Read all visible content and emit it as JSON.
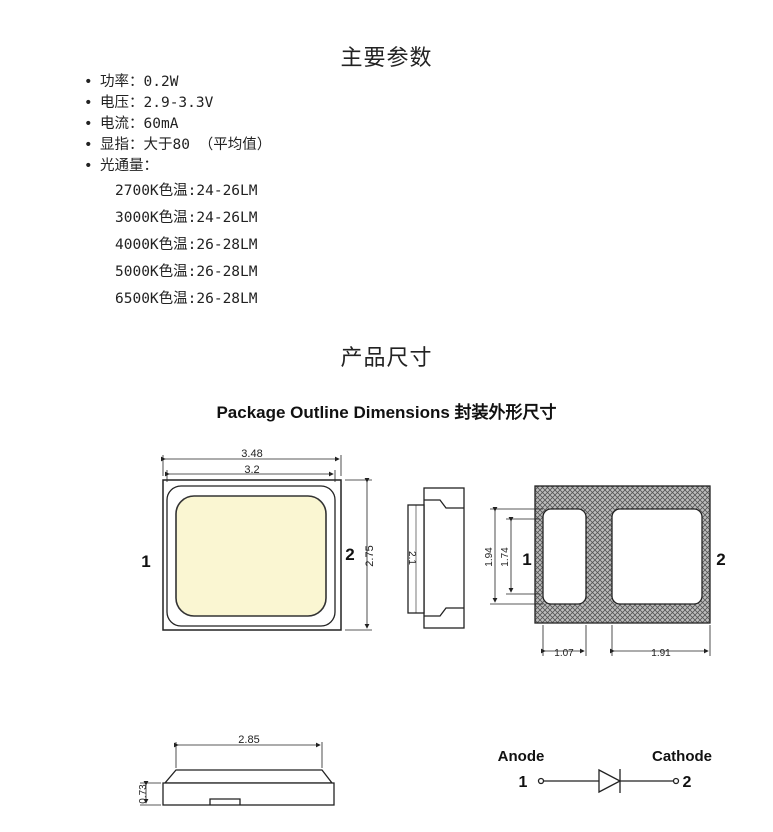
{
  "specs": {
    "title": "主要参数",
    "items": [
      "功率：0.2W",
      "电压：2.9-3.3V",
      "电流：60mA",
      "显指：大于80 （平均值）",
      "光通量："
    ],
    "flux": [
      "2700K色温:24-26LM",
      "3000K色温:24-26LM",
      "4000K色温:26-28LM",
      "5000K色温:26-28LM",
      "6500K色温:26-28LM"
    ]
  },
  "dimensions": {
    "title": "产品尺寸",
    "package_title": "Package Outline Dimensions 封装外形尺寸",
    "top_view": {
      "width_outer": "3.48",
      "width_inner": "3.2",
      "height": "2.75",
      "pin_left": "1",
      "pin_right": "2"
    },
    "side_view": {
      "height": "2.1"
    },
    "bottom_view": {
      "height_outer": "1.94",
      "height_inner": "1.74",
      "pad_left": "1.07",
      "pad_right": "1.91",
      "pin_left": "1",
      "pin_right": "2"
    },
    "front_view": {
      "width": "2.85",
      "thickness": "0.73"
    },
    "symbol": {
      "anode": "Anode",
      "cathode": "Cathode",
      "pin_anode": "1",
      "pin_cathode": "2"
    }
  },
  "colors": {
    "led_emitter": "#faf6d2",
    "line": "#222222",
    "hatch": "#7a7a7a"
  }
}
